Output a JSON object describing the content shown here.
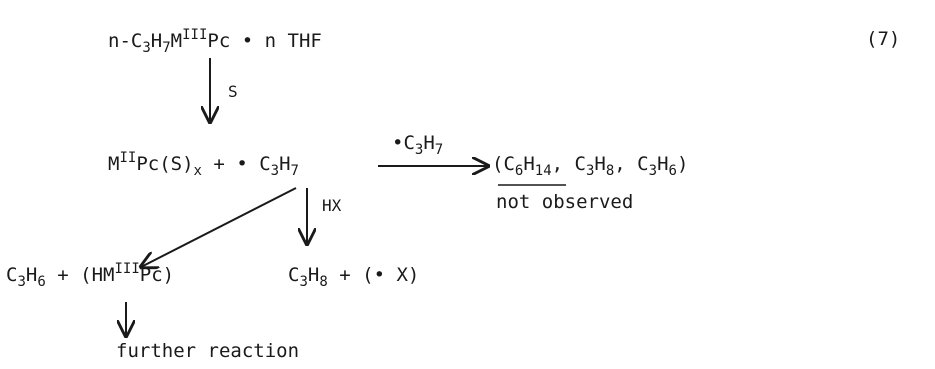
{
  "equation_number": "(7)",
  "reactant": {
    "prefix": "n-C",
    "c_sub": "3",
    "h": "H",
    "h_sub": "7",
    "metal": "M",
    "ox": "III",
    "ligand": "Pc",
    "dot": "•",
    "tail": "n THF"
  },
  "step1_label": "S",
  "intermediate": {
    "metal": "M",
    "ox": "II",
    "rest": "Pc(S)",
    "x_sub": "x",
    "plus": "+",
    "radical": "• C",
    "c_sub": "3",
    "h": "H",
    "h_sub": "7"
  },
  "radical_reagent": {
    "dot": "•",
    "c": "C",
    "c_sub": "3",
    "h": "H",
    "h_sub": "7"
  },
  "products_right": {
    "open": "(C",
    "a_sub": "6",
    "ah": "H",
    "ah_sub": "14",
    "sep1": ", C",
    "b_sub": "3",
    "bh": "H",
    "bh_sub": "8",
    "sep2": ", C",
    "c_sub": "3",
    "ch": "H",
    "ch_sub": "6",
    "close": ")",
    "note": "not observed"
  },
  "hx_label": "HX",
  "left_products": {
    "c": "C",
    "c_sub": "3",
    "h": "H",
    "h_sub": "6",
    "plus": "+",
    "hm": "(HM",
    "ox": "III",
    "pc": "Pc)"
  },
  "mid_products": {
    "c": "C",
    "c_sub": "3",
    "h": "H",
    "h_sub": "8",
    "plus": "+",
    "x": "(• X)"
  },
  "further": "further reaction"
}
